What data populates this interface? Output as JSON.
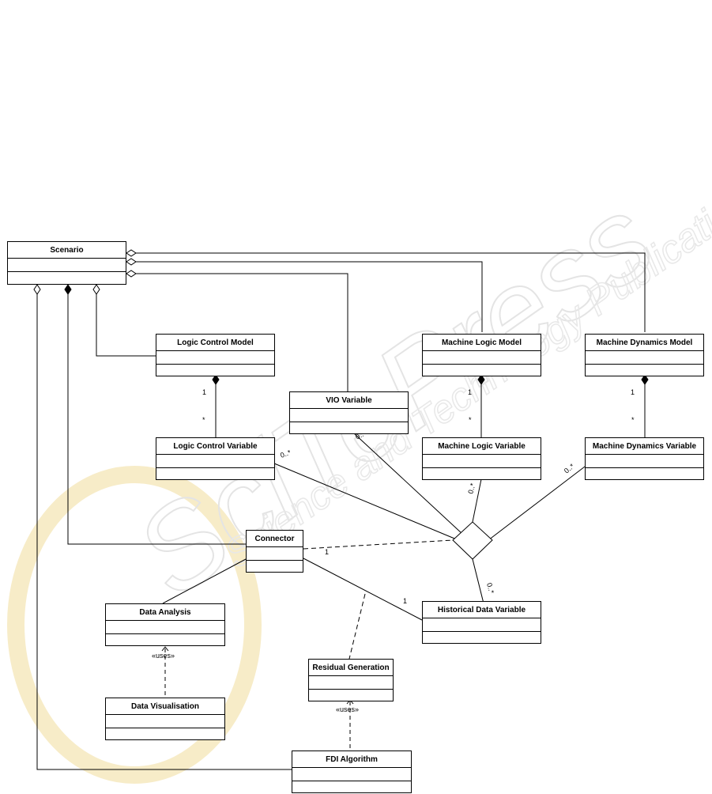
{
  "watermark": {
    "brand": "SciTePress",
    "tagline": "Science and Technology Publications"
  },
  "classes": {
    "scenario": "Scenario",
    "logic_control_model": "Logic Control Model",
    "machine_logic_model": "Machine Logic Model",
    "machine_dynamics_model": "Machine Dynamics Model",
    "vio_variable": "VIO Variable",
    "logic_control_variable": "Logic Control Variable",
    "machine_logic_variable": "Machine Logic Variable",
    "machine_dynamics_variable": "Machine Dynamics Variable",
    "connector": "Connector",
    "data_analysis": "Data Analysis",
    "historical_data_variable": "Historical Data Variable",
    "residual_generation": "Residual Generation",
    "data_visualisation": "Data Visualisation",
    "fdi_algorithm": "FDI Algorithm"
  },
  "labels": {
    "one": "1",
    "many": "*",
    "zero_many": "0..*",
    "uses": "«uses»"
  },
  "colors": {
    "line": "#000000",
    "watermark": "#e6e6e6",
    "watermark_logo": "#f5e6b8"
  }
}
